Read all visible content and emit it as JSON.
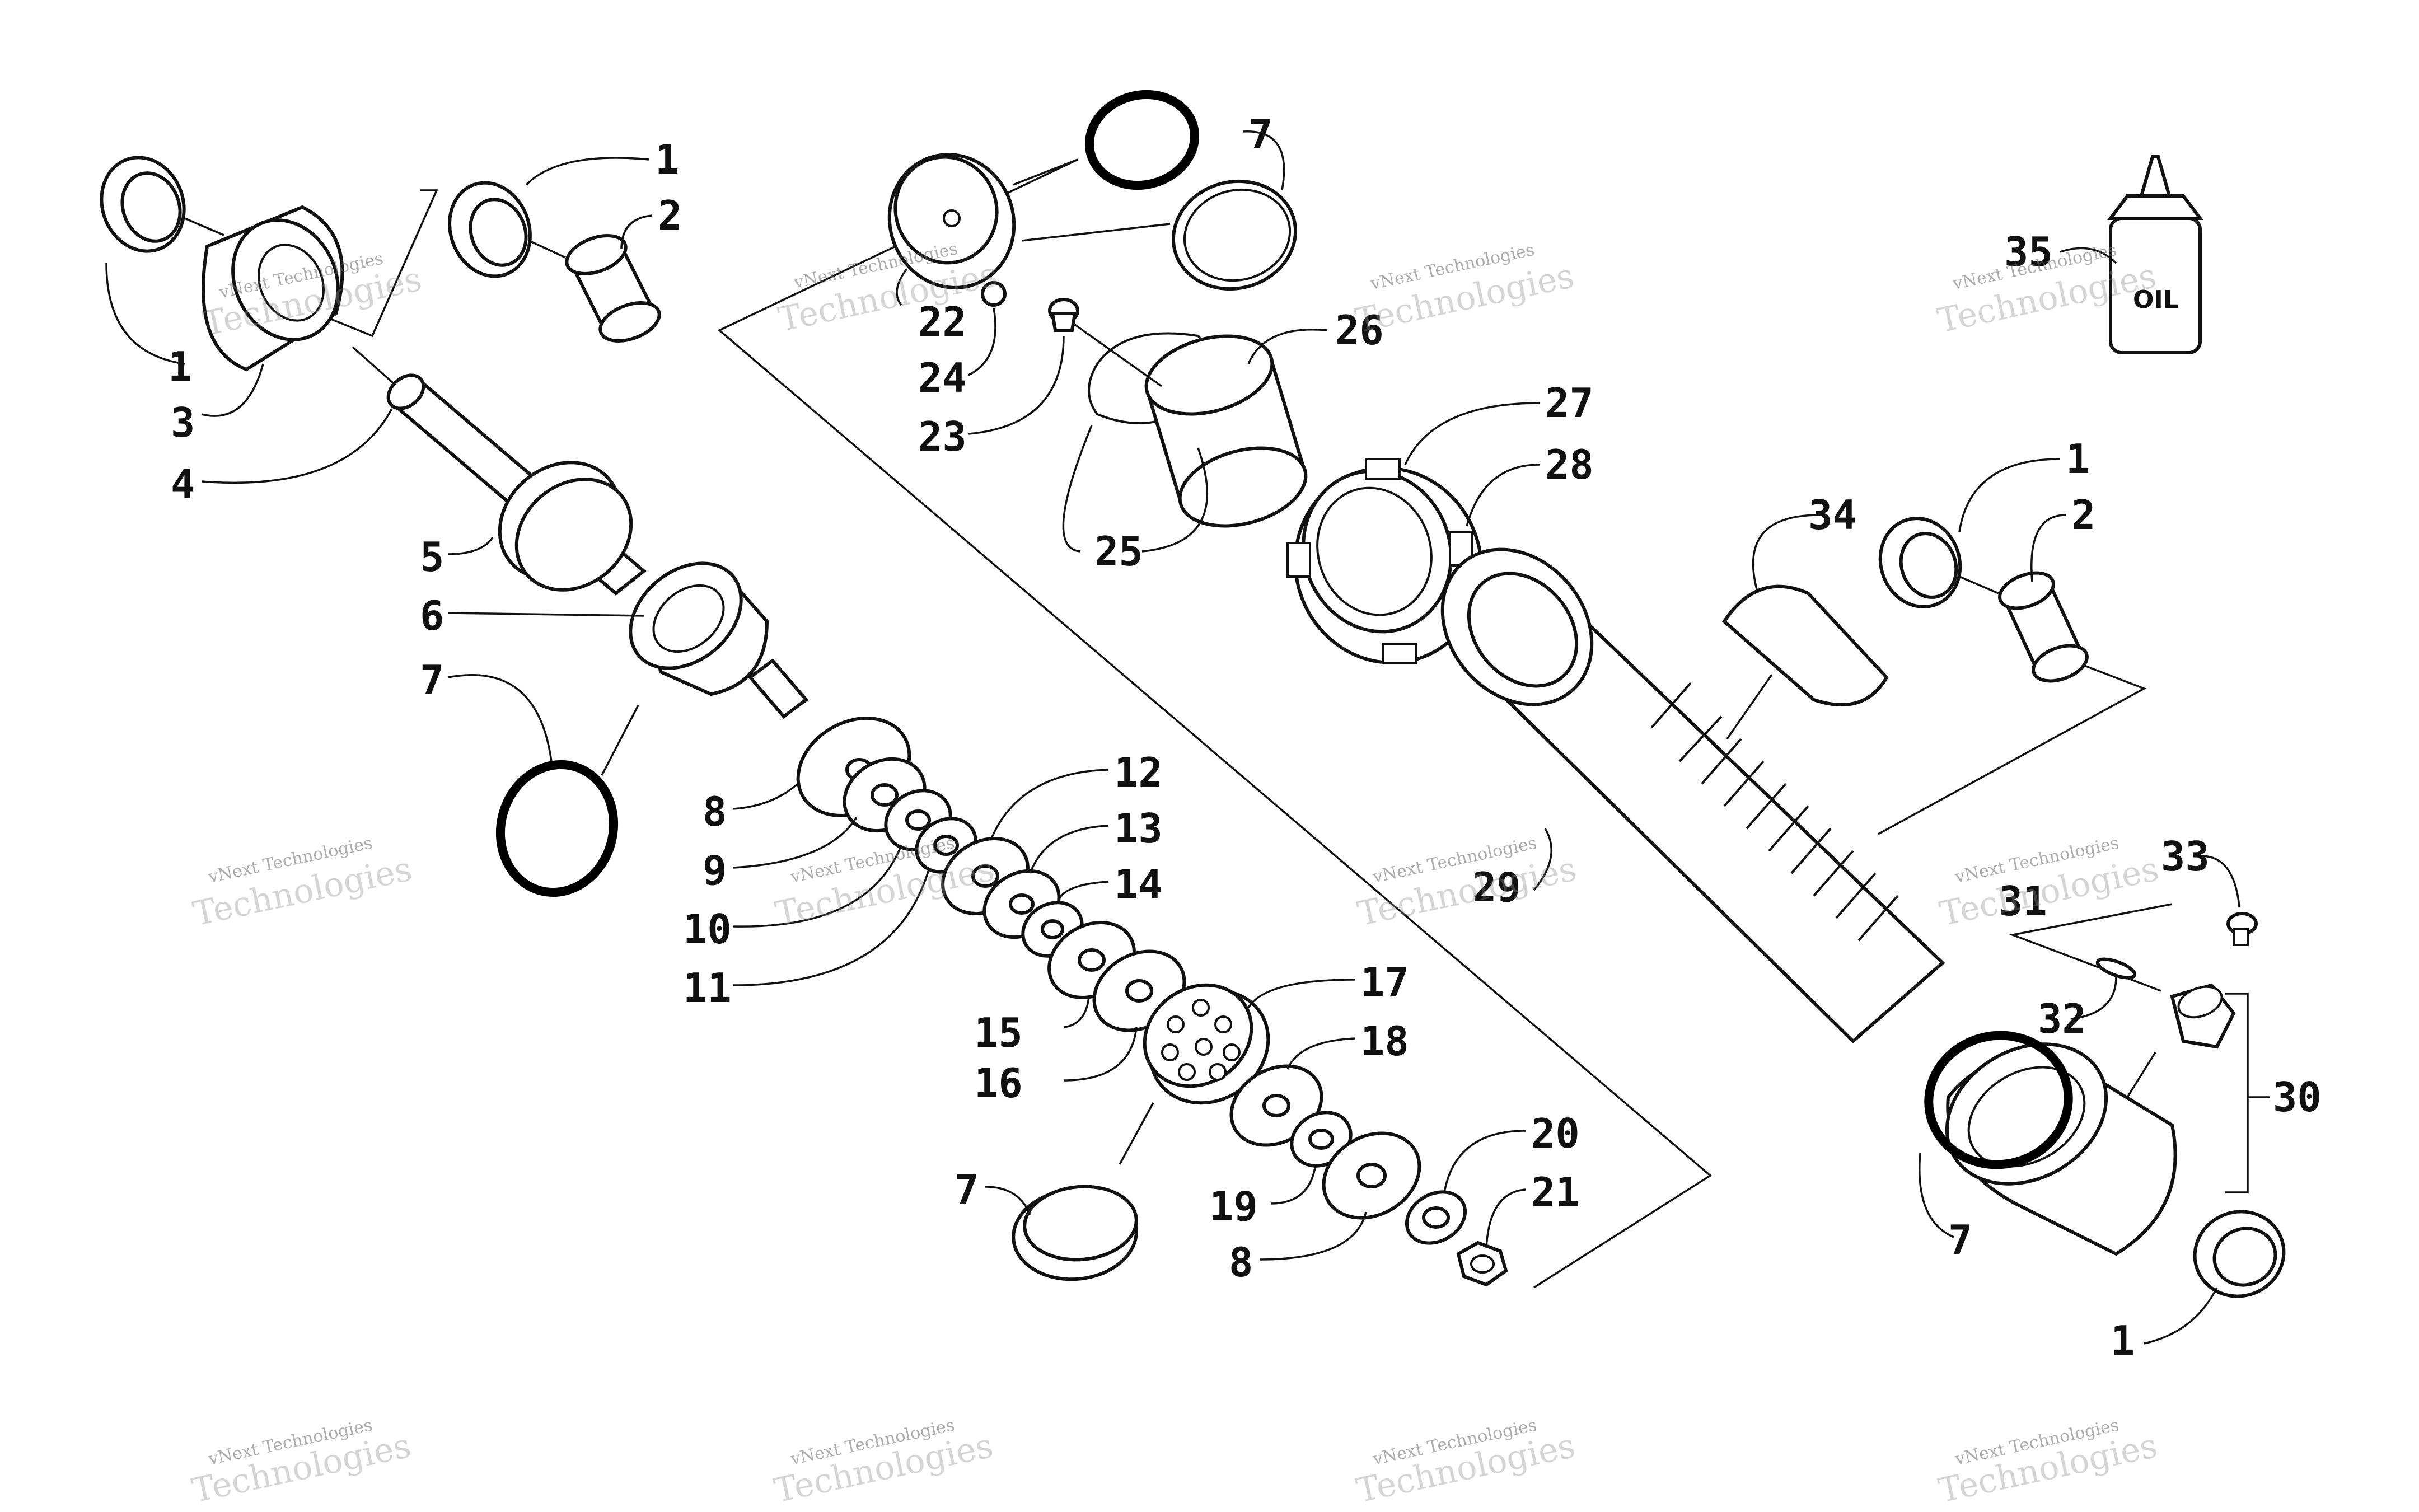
{
  "diagram": {
    "callouts": [
      "1",
      "2",
      "1",
      "3",
      "4",
      "5",
      "6",
      "7",
      "8",
      "9",
      "10",
      "11",
      "12",
      "13",
      "14",
      "15",
      "16",
      "17",
      "18",
      "19",
      "8",
      "20",
      "21",
      "7",
      "7",
      "22",
      "24",
      "23",
      "26",
      "25",
      "27",
      "28",
      "29",
      "34",
      "1",
      "2",
      "35",
      "33",
      "31",
      "32",
      "30",
      "7",
      "1"
    ],
    "oil_label": "OIL",
    "watermark": {
      "line1": "vNext Technologies",
      "line2": "Technologies",
      "line2b": "vNext"
    }
  }
}
